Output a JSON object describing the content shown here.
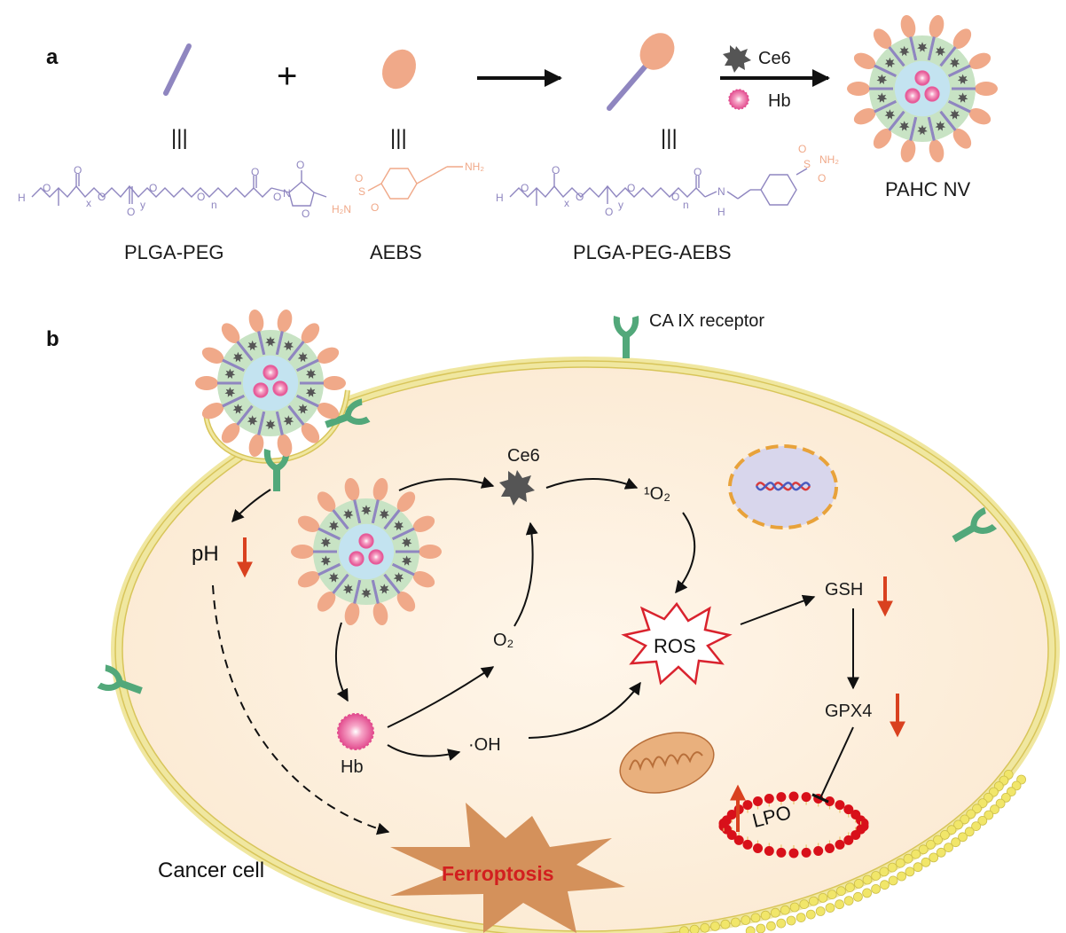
{
  "panel_a": {
    "label": "a",
    "plus": "+",
    "equiv": "|||",
    "reagent_ce6": "Ce6",
    "reagent_hb": "Hb",
    "product_name": "PAHC NV",
    "compounds": [
      {
        "name": "PLGA-PEG"
      },
      {
        "name": "AEBS"
      },
      {
        "name": "PLGA-PEG-AEBS"
      }
    ],
    "chem": {
      "h": "H",
      "o": "O",
      "x": "x",
      "y": "y",
      "n": "n",
      "nh2": "NH₂",
      "h2n": "H₂N",
      "s": "S",
      "nh": "N",
      "h_small": "H"
    }
  },
  "panel_b": {
    "label": "b",
    "receptor": "CA IX receptor",
    "ce6": "Ce6",
    "singlet_o2": "¹O₂",
    "o2": "O₂",
    "oh": "·OH",
    "hb": "Hb",
    "ros": "ROS",
    "gsh": "GSH",
    "gpx4": "GPX4",
    "lpo": "LPO",
    "ph": "pH",
    "ferroptosis": "Ferroptosis",
    "cancer_cell": "Cancer cell"
  },
  "colors": {
    "polymer_purple": "#8f86c0",
    "aebs_orange": "#f0a989",
    "cytoplasm": "#fdf0df",
    "membrane": "#e0d06a",
    "receptor_green": "#52a87a",
    "shell_green": "#c8e3c4",
    "core_blue": "#c3e3f0",
    "ce6_gray": "#555555",
    "hb_pink": "#e85b9a",
    "ros_red": "#d9232e",
    "down_arrow": "#d9411f",
    "ferroptosis_star": "#d4915b",
    "ferroptosis_text": "#d21f1f",
    "lipid_red": "#d8101a",
    "lipid_yellow": "#f1e66a",
    "nucleus": "#d8d6ec",
    "nucleus_border": "#e8a23a",
    "mito": "#e9b07d"
  }
}
